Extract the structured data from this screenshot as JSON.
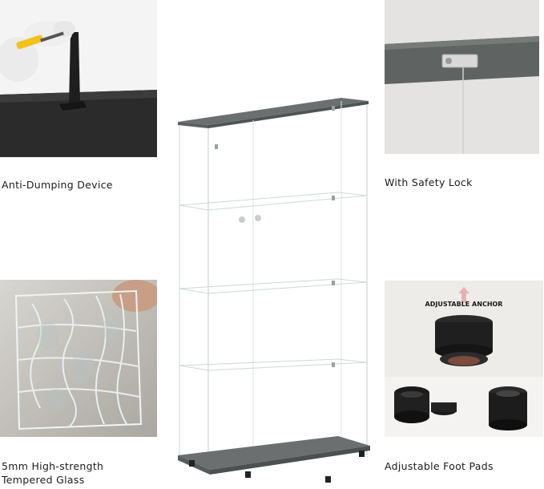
{
  "features": {
    "anti_dumping": {
      "caption": "Anti-Dumping Device",
      "icon": "wall-strap-photo"
    },
    "safety_lock": {
      "caption": "With Safety Lock",
      "icon": "lock-photo"
    },
    "tempered_glass": {
      "caption_line1": "5mm High-strength",
      "caption_line2": "Tempered Glass",
      "icon": "shattered-glass-photo"
    },
    "foot_pads": {
      "caption": "Adjustable Foot Pads",
      "badge": "ADJUSTABLE ANCHOR",
      "icon": "foot-pad-photo"
    }
  },
  "product": {
    "icon": "glass-display-cabinet"
  },
  "colors": {
    "cabinet_gray": "#6b6f70",
    "background": "#ffffff",
    "text": "#1b1b1b"
  }
}
